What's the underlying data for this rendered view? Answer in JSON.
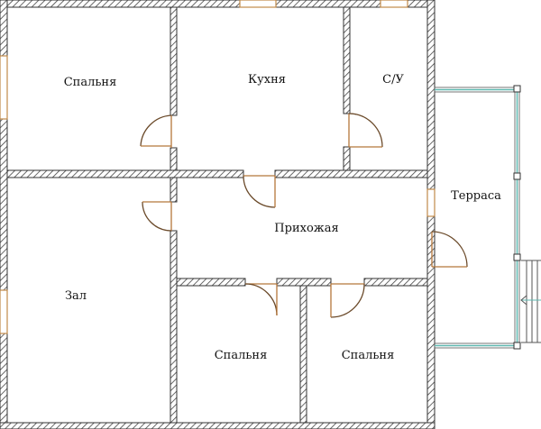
{
  "title": "Floor plan",
  "rooms": [
    {
      "id": "bedroom-1",
      "label": "Спальня"
    },
    {
      "id": "kitchen",
      "label": "Кухня"
    },
    {
      "id": "bathroom",
      "label": "С/У"
    },
    {
      "id": "terrace",
      "label": "Терраса"
    },
    {
      "id": "hallway",
      "label": "Прихожая"
    },
    {
      "id": "living-room",
      "label": "Зал"
    },
    {
      "id": "bedroom-2",
      "label": "Спальня"
    },
    {
      "id": "bedroom-3",
      "label": "Спальня"
    }
  ],
  "colors": {
    "wall": "#333333",
    "door": "#b5773a",
    "window": "#c08a4a",
    "glass": "#5fb8b0"
  }
}
